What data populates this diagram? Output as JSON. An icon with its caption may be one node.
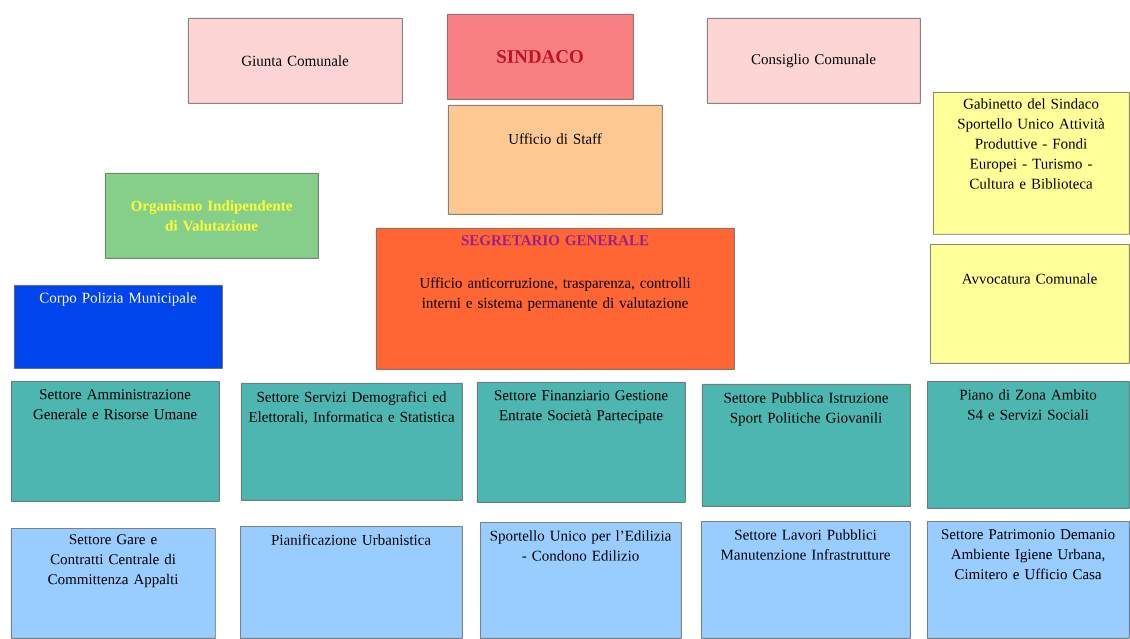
{
  "diagram": {
    "nodes": [
      {
        "text": [
          "Giunta Comunale"
        ]
      },
      {
        "text": [
          "SINDACO"
        ]
      },
      {
        "text": [
          "Consiglio Comunale"
        ]
      },
      {
        "text": [
          "Gabinetto del Sindaco Sportello Unico Attività Produttive - Fondi Europei - Turismo - Cultura e Biblioteca"
        ]
      },
      {
        "text": [
          "Ufficio di Staff"
        ]
      },
      {
        "text": [
          "Organismo Indipendente di Valutazione"
        ]
      },
      {
        "text": [
          "SEGRETARIO GENERALE",
          "Ufficio anticorruzione, trasparenza, controlli interni e sistema permanente di valutazione"
        ]
      },
      {
        "text": [
          "Avvocatura Comunale"
        ]
      },
      {
        "text": [
          "Corpo Polizia Municipale"
        ]
      },
      {
        "text": [
          "Settore Amministrazione Generale e Risorse Umane"
        ]
      },
      {
        "text": [
          "Settore Servizi Demografici ed Elettorali, Informatica e Statistica"
        ]
      },
      {
        "text": [
          "Settore Finanziario Gestione Entrate Società Partecipate"
        ]
      },
      {
        "text": [
          "Settore Pubblica Istruzione Sport Politiche Giovanili"
        ]
      },
      {
        "text": [
          "Piano di Zona Ambito S4 e Servizi Sociali"
        ]
      },
      {
        "text": [
          "Settore Gare e Contratti Centrale di Committenza Appalti"
        ]
      },
      {
        "text": [
          "Pianificazione Urbanistica"
        ]
      },
      {
        "text": [
          "Sportello Unico per l’Edilizia - Condono Edilizio"
        ]
      },
      {
        "text": [
          "Settore Lavori Pubblici Manutenzione Infrastrutture"
        ]
      },
      {
        "text": [
          "Settore Patrimonio Demanio Ambiente Igiene Urbana, Cimitero e Ufficio Casa"
        ]
      }
    ]
  }
}
